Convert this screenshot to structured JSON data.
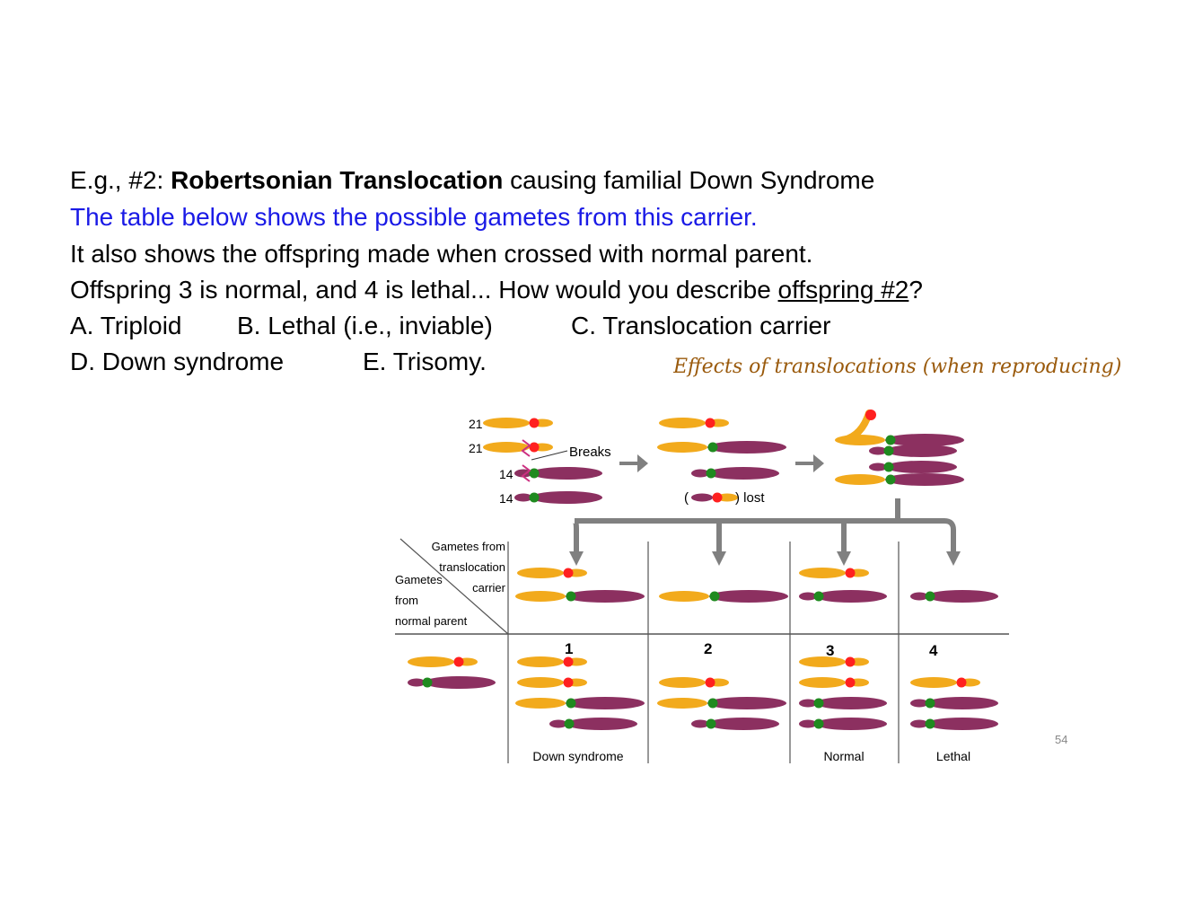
{
  "slide": {
    "line1_prefix": "E.g., #2: ",
    "line1_bold": "Robertsonian Translocation",
    "line1_suffix": " causing familial Down Syndrome",
    "line2": "The table below shows the possible gametes from this carrier.",
    "line3": "It also shows the offspring made when crossed with normal parent.",
    "line4_prefix": "Offspring 3 is normal, and 4 is lethal... How would you describe ",
    "line4_underlined": "offspring #2",
    "line4_suffix": "?",
    "options": {
      "a": "A. Triploid",
      "b": "B. Lethal (i.e., inviable)",
      "c": "C. Translocation carrier",
      "d": "D. Down syndrome",
      "e": "E. Trisomy."
    },
    "effects_caption": "Effects of translocations (when reproducing)",
    "page_number": "54"
  },
  "figure": {
    "label_21a": "21",
    "label_21b": "21",
    "label_14a": "14",
    "label_14b": "14",
    "breaks": "Breaks",
    "lost_open": "(",
    "lost_close": ") lost",
    "header_carrier_1": "Gametes from",
    "header_carrier_2": "translocation",
    "header_carrier_3": "carrier",
    "header_normal_1": "Gametes",
    "header_normal_2": "from",
    "header_normal_3": "normal parent",
    "offspring_numbers": [
      "1",
      "2",
      "3",
      "4"
    ],
    "outcomes": [
      "Down syndrome",
      "",
      "Normal",
      "Lethal"
    ],
    "colors": {
      "chr21": "#f2aa1c",
      "chr14": "#8c3060",
      "centromere21": "#ff2020",
      "centromere14": "#1f8a1f",
      "arrow": "#808080",
      "grid": "#555555"
    }
  }
}
